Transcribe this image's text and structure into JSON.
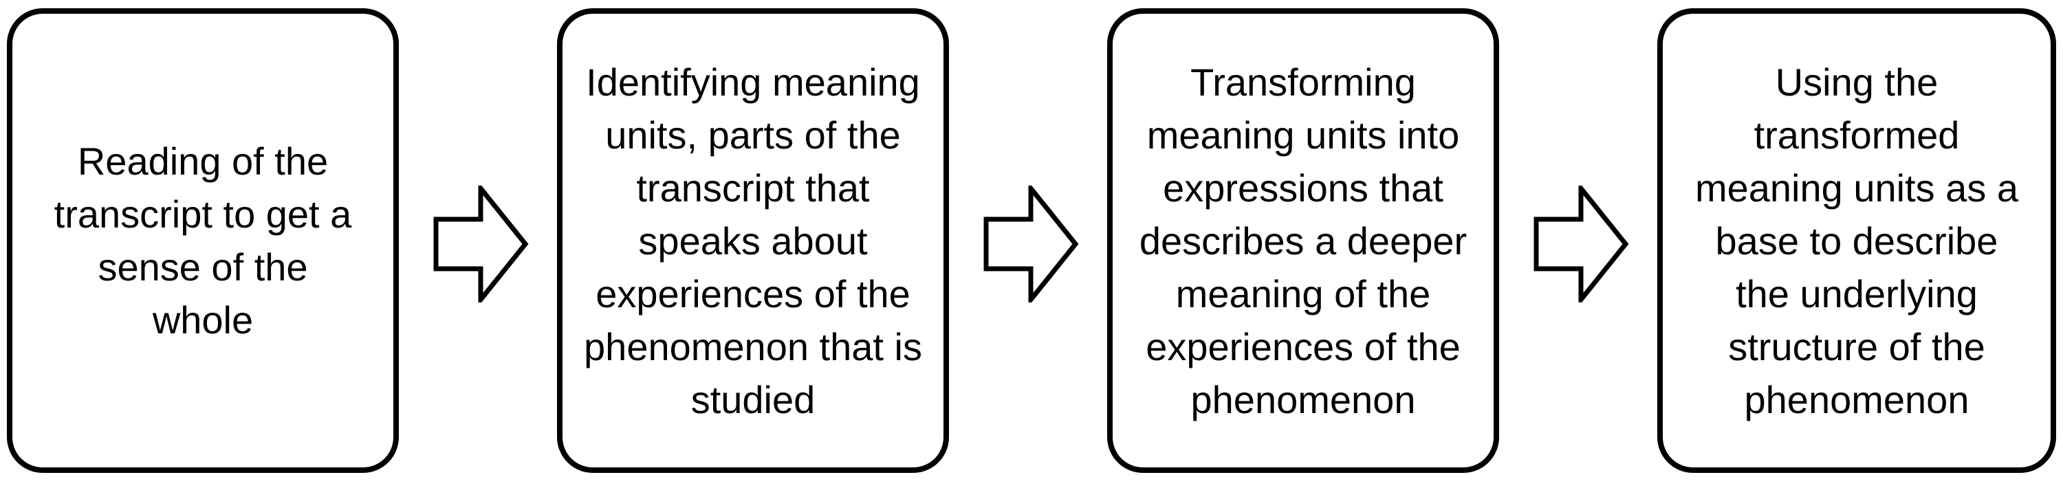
{
  "steps": [
    {
      "text": "Reading of the transcript to get a sense of the whole"
    },
    {
      "text": "Identifying meaning units, parts of the transcript that speaks about experiences of the phenomenon that is studied"
    },
    {
      "text": "Transforming meaning units into expressions that describes a deeper meaning of the experiences of the phenomenon"
    },
    {
      "text": "Using the transformed meaning units as a base to describe the underlying structure of the phenomenon"
    }
  ],
  "arrows": [
    {
      "icon": "arrow-right-icon"
    },
    {
      "icon": "arrow-right-icon"
    },
    {
      "icon": "arrow-right-icon"
    }
  ],
  "colors": {
    "stroke": "#000000",
    "fill": "#ffffff",
    "text": "#000000"
  }
}
